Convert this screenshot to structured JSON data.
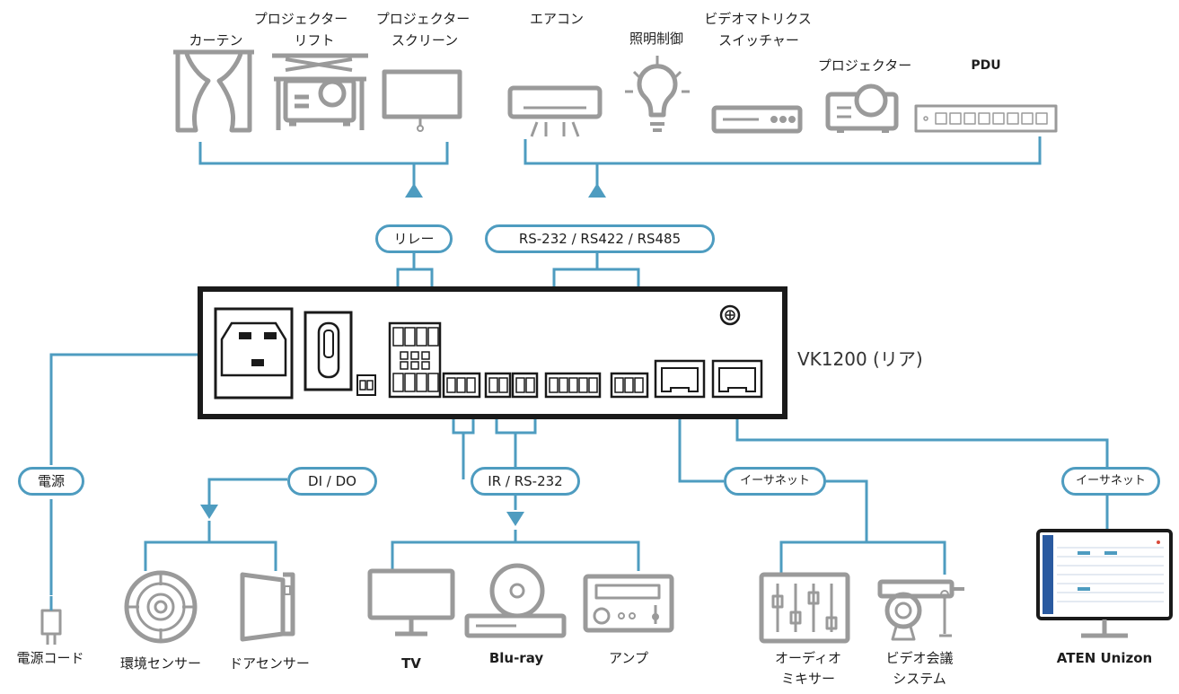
{
  "top_devices": {
    "curtain": "カーテン",
    "projector_lift_1": "プロジェクター",
    "projector_lift_2": "リフト",
    "projector_screen_1": "プロジェクター",
    "projector_screen_2": "スクリーン",
    "aircon": "エアコン",
    "lighting": "照明制御",
    "video_matrix_1": "ビデオマトリクス",
    "video_matrix_2": "スイッチャー",
    "projector": "プロジェクター",
    "pdu": "PDU"
  },
  "buses": {
    "relay": "リレー",
    "serial": "RS-232 / RS422 / RS485",
    "power": "電源",
    "dido": "DI / DO",
    "ir": "IR / RS-232",
    "ethernet_a": "イーサネット",
    "ethernet_b": "イーサネット"
  },
  "device_label": "VK1200 (リア)",
  "bottom_devices": {
    "power_cord": "電源コード",
    "env_sensor": "環境センサー",
    "door_sensor": "ドアセンサー",
    "tv": "TV",
    "bluray": "Blu-ray",
    "amp": "アンプ",
    "mixer_1": "オーディオ",
    "mixer_2": "ミキサー",
    "video_conf_1": "ビデオ会議",
    "video_conf_2": "システム",
    "aten": "ATEN Unizon"
  },
  "colors": {
    "connector": "#4e9cc0",
    "device_stroke": "#9a9a9a",
    "device_frame": "#1a1a1a"
  }
}
